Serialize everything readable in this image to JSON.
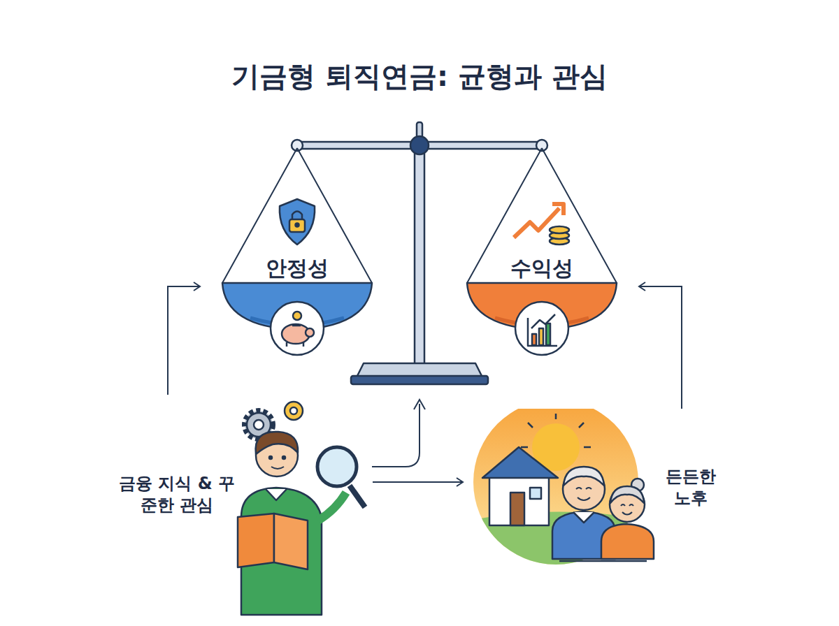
{
  "diagram": {
    "title": "기금형 퇴직연금: 균형과 관심",
    "nodes": [
      {
        "text": [
          "안정성"
        ]
      },
      {
        "text": [
          "수익성"
        ]
      },
      {
        "text": [
          "금융 지식 & 꾸준한 관심"
        ]
      },
      {
        "text": [
          "든든한 노후"
        ]
      }
    ],
    "edges": [
      {
        "from": 2,
        "to": 0,
        "arrow": "to"
      },
      {
        "from": 2,
        "to": 3,
        "arrow": "to"
      },
      {
        "from": 3,
        "to": 1,
        "arrow": "to"
      }
    ]
  }
}
